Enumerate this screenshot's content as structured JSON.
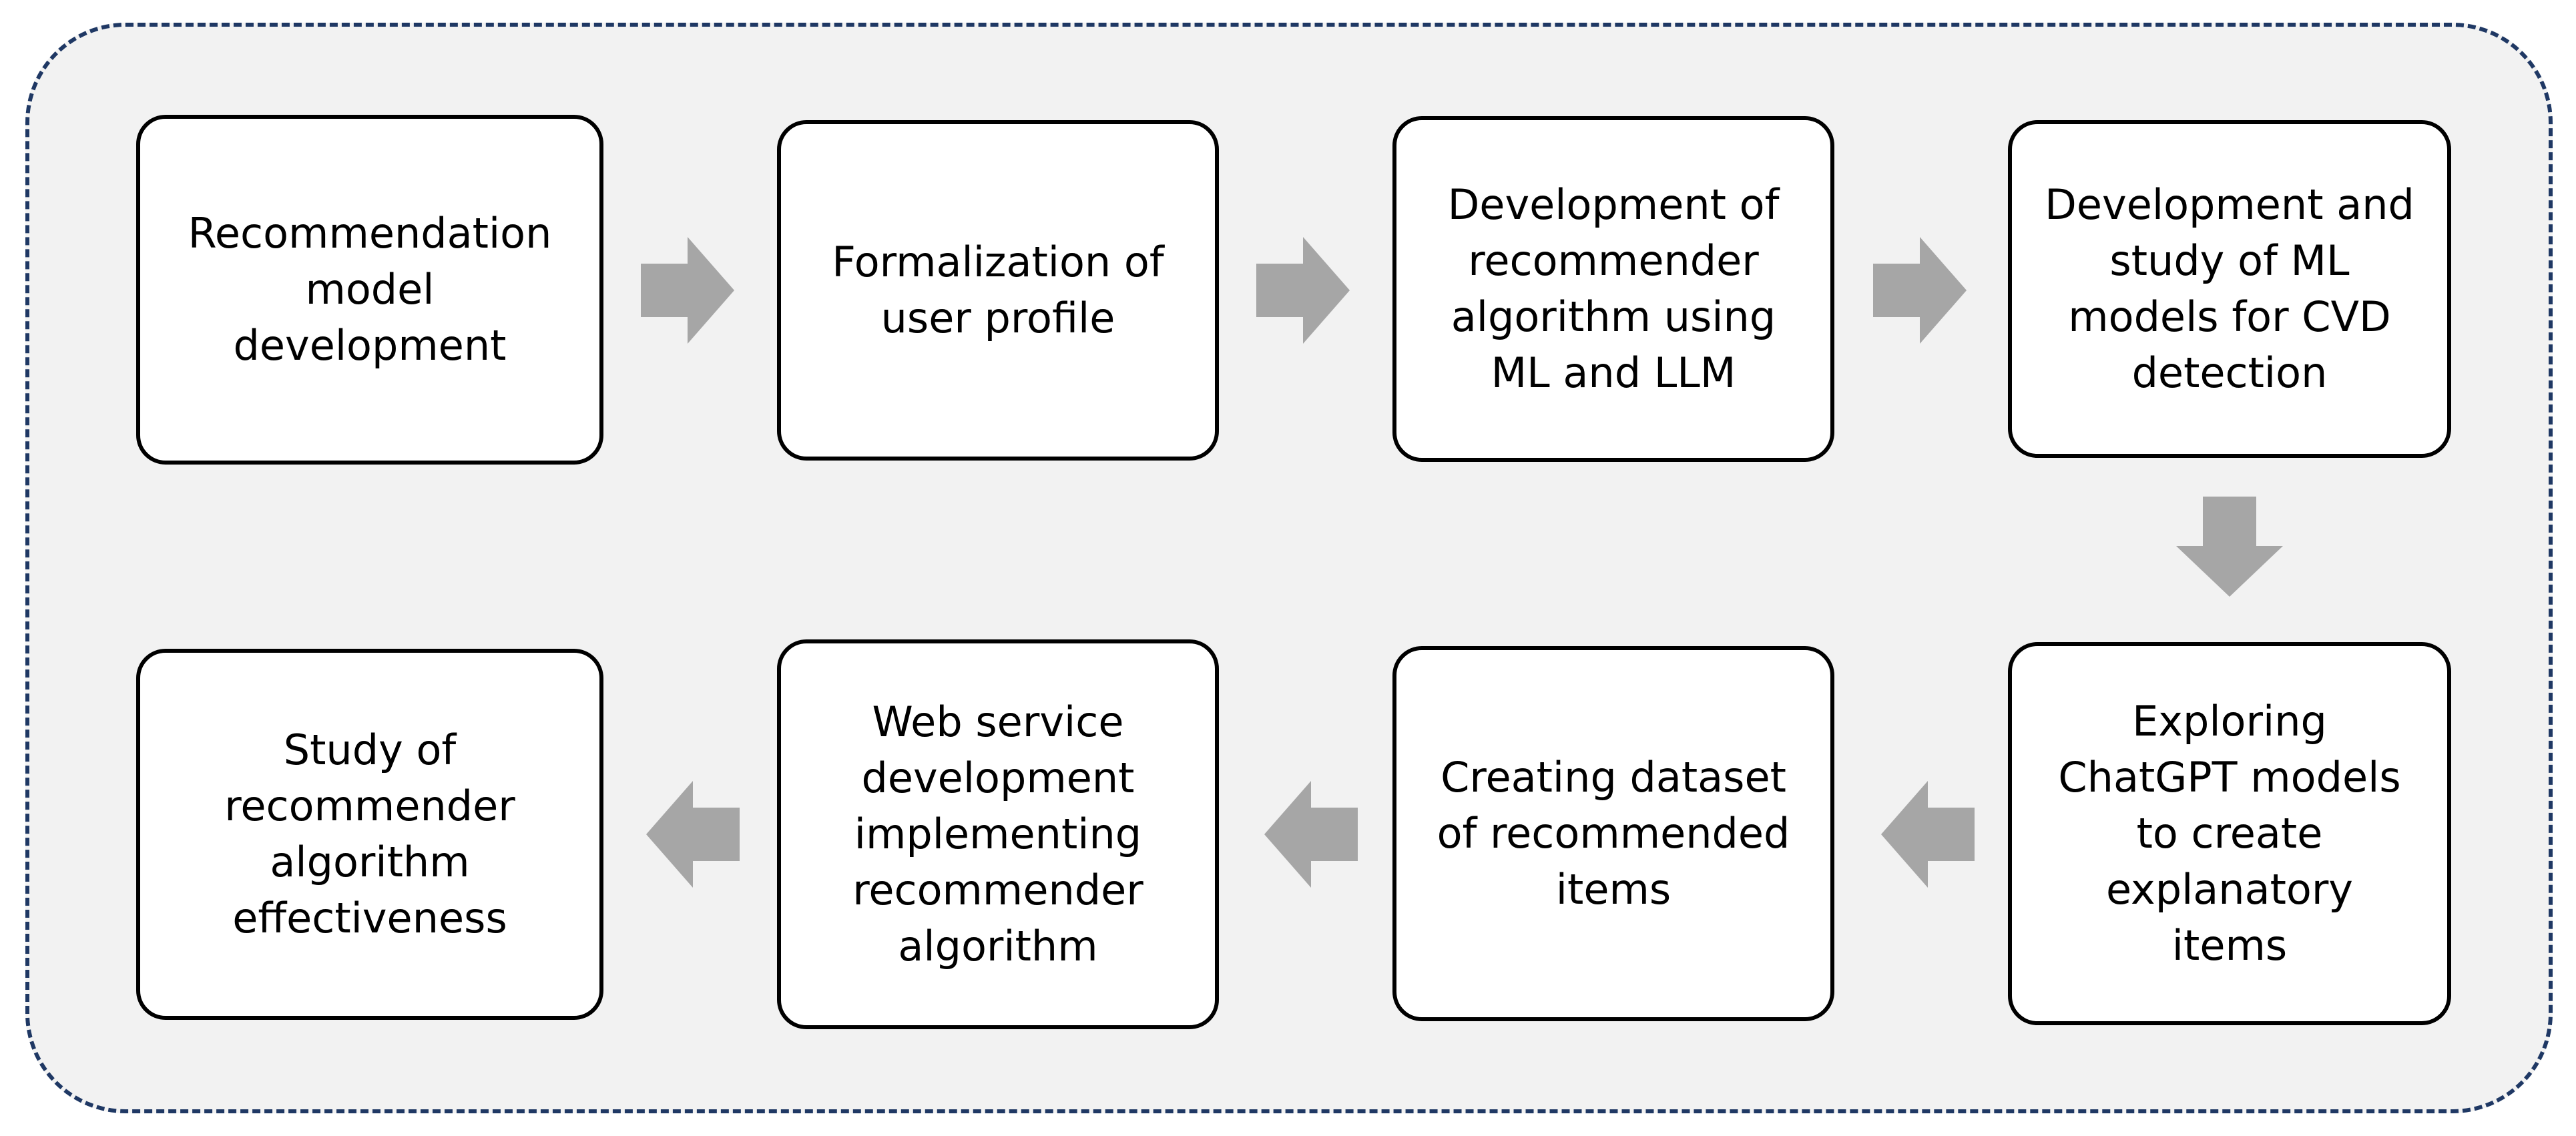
{
  "colors": {
    "frame_border": "#1f3864",
    "frame_fill": "#f2f2f2",
    "box_fill": "#ffffff",
    "box_border": "#000000",
    "arrow_fill": "#a6a6a6",
    "text": "#000000"
  },
  "steps": [
    {
      "id": 1,
      "label": "Recommendation\nmodel\ndevelopment"
    },
    {
      "id": 2,
      "label": "Formalization of\nuser profile"
    },
    {
      "id": 3,
      "label": "Development of\nrecommender\nalgorithm using\nML and LLM"
    },
    {
      "id": 4,
      "label": "Development and\nstudy of ML\nmodels for CVD\ndetection"
    },
    {
      "id": 5,
      "label": "Exploring\nChatGPT models\nto create\nexplanatory\nitems"
    },
    {
      "id": 6,
      "label": "Creating dataset\nof recommended\nitems"
    },
    {
      "id": 7,
      "label": "Web service\ndevelopment\nimplementing\nrecommender\nalgorithm"
    },
    {
      "id": 8,
      "label": "Study of\nrecommender\nalgorithm\neffectiveness"
    }
  ],
  "flow": [
    {
      "from": 1,
      "to": 2,
      "direction": "right"
    },
    {
      "from": 2,
      "to": 3,
      "direction": "right"
    },
    {
      "from": 3,
      "to": 4,
      "direction": "right"
    },
    {
      "from": 4,
      "to": 5,
      "direction": "down"
    },
    {
      "from": 5,
      "to": 6,
      "direction": "left"
    },
    {
      "from": 6,
      "to": 7,
      "direction": "left"
    },
    {
      "from": 7,
      "to": 8,
      "direction": "left"
    }
  ]
}
